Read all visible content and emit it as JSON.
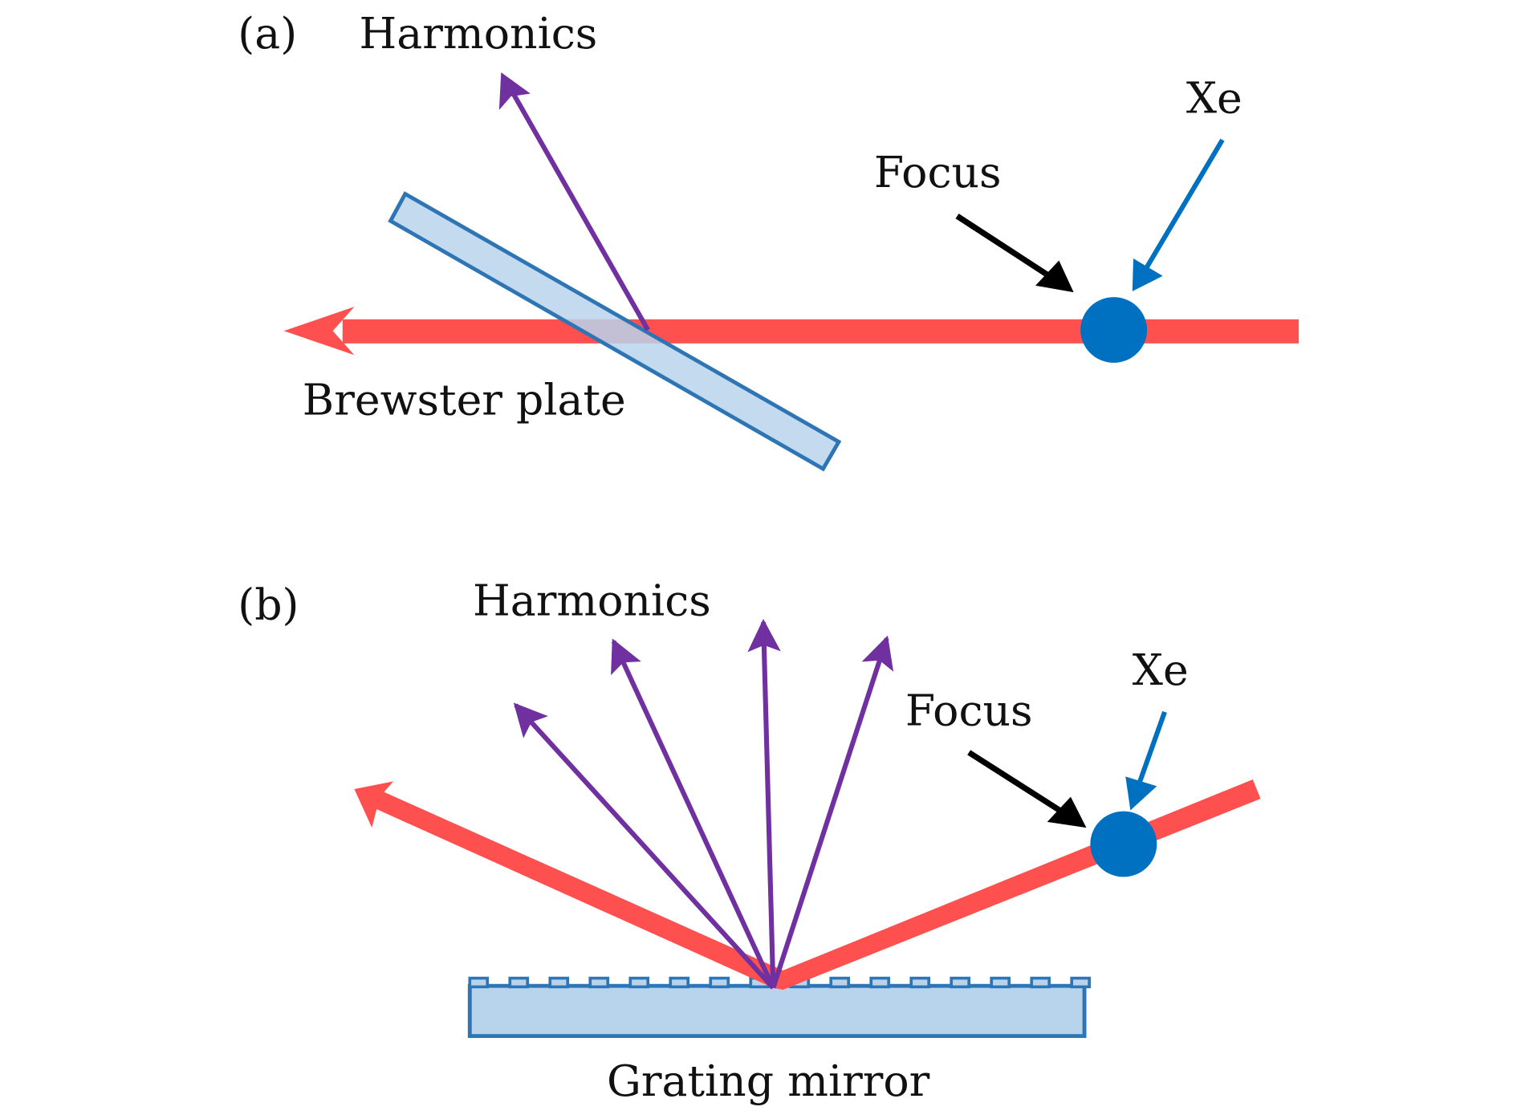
{
  "colors": {
    "laser": "#ff5050",
    "harmonics": "#7030a0",
    "xe": "#0070c0",
    "optic_fill": "#b8d4ec",
    "optic_stroke": "#2e75b6",
    "focus_arrow": "#000000"
  },
  "panel_a": {
    "label": "(a)",
    "harmonics_label": "Harmonics",
    "focus_label": "Focus",
    "xe_label": "Xe",
    "optic_label": "Brewster plate"
  },
  "panel_b": {
    "label": "(b)",
    "harmonics_label": "Harmonics",
    "focus_label": "Focus",
    "xe_label": "Xe",
    "optic_label": "Grating mirror"
  }
}
